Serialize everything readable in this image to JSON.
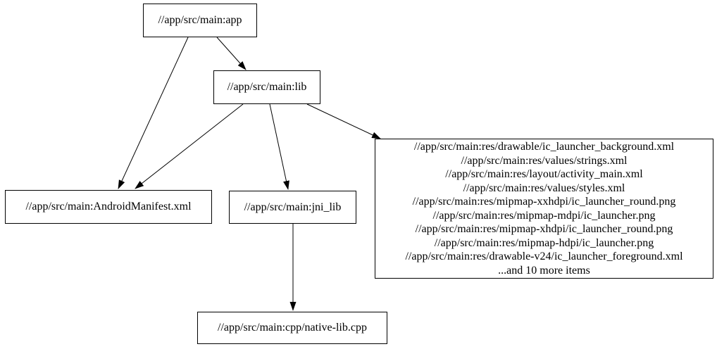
{
  "diagram": {
    "background_color": "#ffffff",
    "stroke_color": "#000000",
    "nodes": {
      "app": {
        "label": "//app/src/main:app"
      },
      "lib": {
        "label": "//app/src/main:lib"
      },
      "manifest": {
        "label": "//app/src/main:AndroidManifest.xml"
      },
      "jni_lib": {
        "label": "//app/src/main:jni_lib"
      },
      "res": {
        "lines": [
          "//app/src/main:res/drawable/ic_launcher_background.xml",
          "//app/src/main:res/values/strings.xml",
          "//app/src/main:res/layout/activity_main.xml",
          "//app/src/main:res/values/styles.xml",
          "//app/src/main:res/mipmap-xxhdpi/ic_launcher_round.png",
          "//app/src/main:res/mipmap-mdpi/ic_launcher.png",
          "//app/src/main:res/mipmap-xhdpi/ic_launcher_round.png",
          "//app/src/main:res/mipmap-hdpi/ic_launcher.png",
          "//app/src/main:res/drawable-v24/ic_launcher_foreground.xml",
          "...and 10 more items"
        ]
      },
      "native_lib": {
        "label": "//app/src/main:cpp/native-lib.cpp"
      }
    },
    "edges": [
      {
        "from": "app",
        "to": "lib"
      },
      {
        "from": "app",
        "to": "manifest"
      },
      {
        "from": "lib",
        "to": "manifest"
      },
      {
        "from": "lib",
        "to": "jni_lib"
      },
      {
        "from": "lib",
        "to": "res"
      },
      {
        "from": "jni_lib",
        "to": "native_lib"
      }
    ]
  }
}
